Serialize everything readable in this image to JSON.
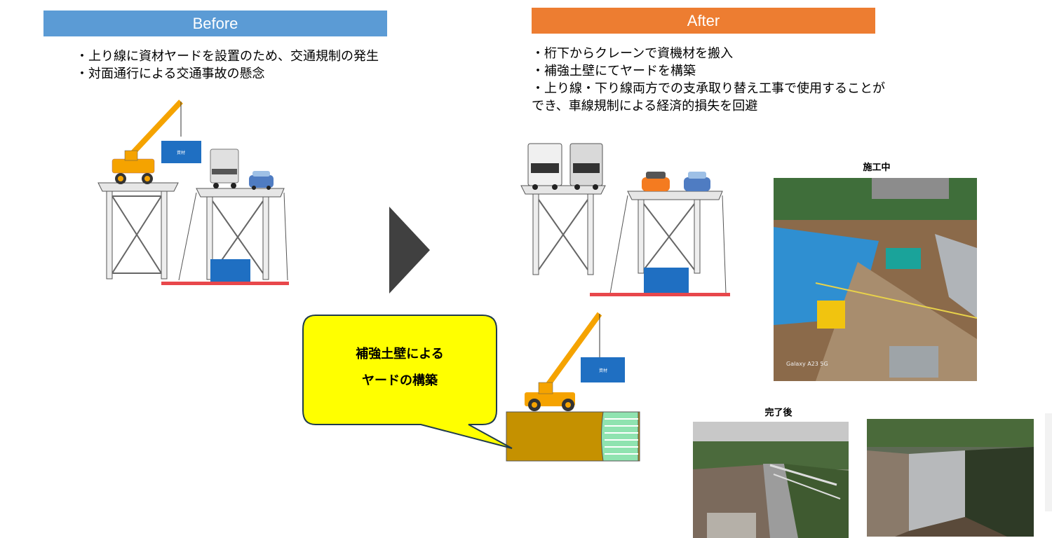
{
  "before": {
    "header": "Before",
    "header_color": "#5b9bd5",
    "bullets": [
      "・上り線に資材ヤードを設置のため、交通規制の発生",
      "・対面通行による交通事故の懸念"
    ],
    "material_label": "資材"
  },
  "after": {
    "header": "After",
    "header_color": "#ed7d31",
    "bullets": [
      "・桁下からクレーンで資機材を搬入",
      "・補強土壁にてヤードを構築",
      "・上り線・下り線両方での支承取り替え工事で使用することが",
      "でき、車線規制による経済的損失を回避"
    ],
    "material_label": "資材"
  },
  "callout": {
    "line1": "補強土壁による",
    "line2": "ヤードの構築",
    "fill_color": "#ffff00"
  },
  "photos": {
    "during_caption": "施工中",
    "during_watermark": "Galaxy A23 5G",
    "after_caption": "完了後"
  },
  "colors": {
    "material_blue": "#1f6fc2",
    "yard_red": "#e8474b",
    "soil": "#c59100",
    "wall_green": "#8fe3b0",
    "arrow": "#404040"
  }
}
